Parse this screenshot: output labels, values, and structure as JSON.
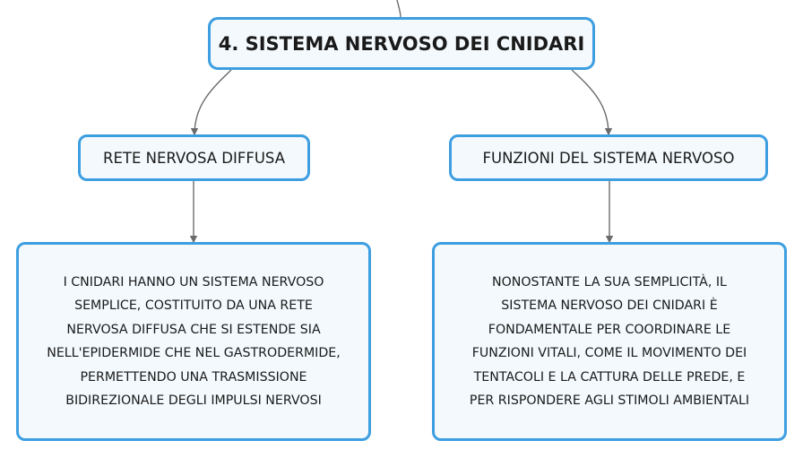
{
  "mindmap": {
    "root": {
      "label": "4. SISTEMA NERVOSO DEI CNIDARI"
    },
    "branches": [
      {
        "label": "RETE NERVOSA DIFFUSA",
        "detail_lines": [
          "I CNIDARI HANNO UN SISTEMA NERVOSO",
          "SEMPLICE, COSTITUITO DA UNA RETE",
          "NERVOSA DIFFUSA CHE SI ESTENDE SIA",
          "NELL'EPIDERMIDE CHE NEL GASTRODERMIDE,",
          "PERMETTENDO UNA TRASMISSIONE",
          "BIDIREZIONALE DEGLI IMPULSI NERVOSI"
        ]
      },
      {
        "label": "FUNZIONI DEL SISTEMA NERVOSO",
        "detail_lines": [
          "NONOSTANTE LA SUA SEMPLICITÀ, IL",
          "SISTEMA NERVOSO DEI CNIDARI È",
          "FONDAMENTALE PER COORDINARE LE",
          "FUNZIONI VITALI, COME IL MOVIMENTO DEI",
          "TENTACOLI E LA CATTURA DELLE PREDE, E",
          "PER RISPONDERE AGLI STIMOLI AMBIENTALI"
        ]
      }
    ],
    "colors": {
      "node_border": "#3d9ee0",
      "node_fill": "#f3f9fd",
      "connector": "#6b6b6b"
    }
  }
}
